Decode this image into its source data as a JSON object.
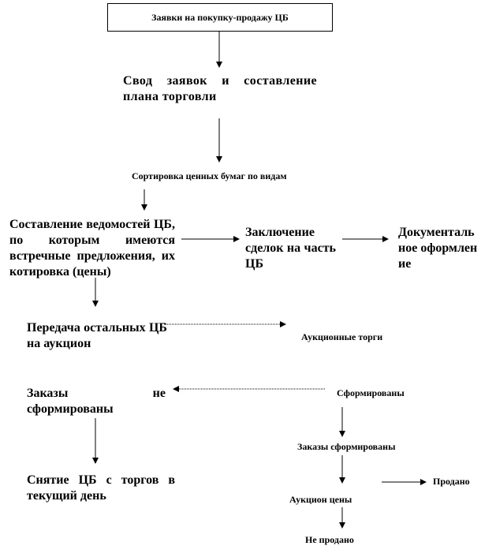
{
  "nodes": {
    "requests": "Заявки на покупку-продажу ЦБ",
    "summary": "Свод заявок и составление плана торговли",
    "sorting": "Сортировка ценных бумаг по видам",
    "statements": "Составление ведомостей ЦБ, по которым имеются встречные предложения, их котировка (цены)",
    "deals": "Заключение сделок на часть ЦБ",
    "documents": "Документальное оформление",
    "transfer": "Передача остальных ЦБ на аукцион",
    "auction": "Аукционные торги",
    "formed": "Сформированы",
    "not_formed": "Заказы не сформированы",
    "orders_formed": "Заказы сформированы",
    "withdrawal": "Снятие ЦБ с торгов в текущий день",
    "auction_prices": "Аукцион цены",
    "sold": "Продано",
    "not_sold": "Не продано"
  },
  "colors": {
    "line": "#000000",
    "text": "#000000",
    "background": "#ffffff"
  }
}
